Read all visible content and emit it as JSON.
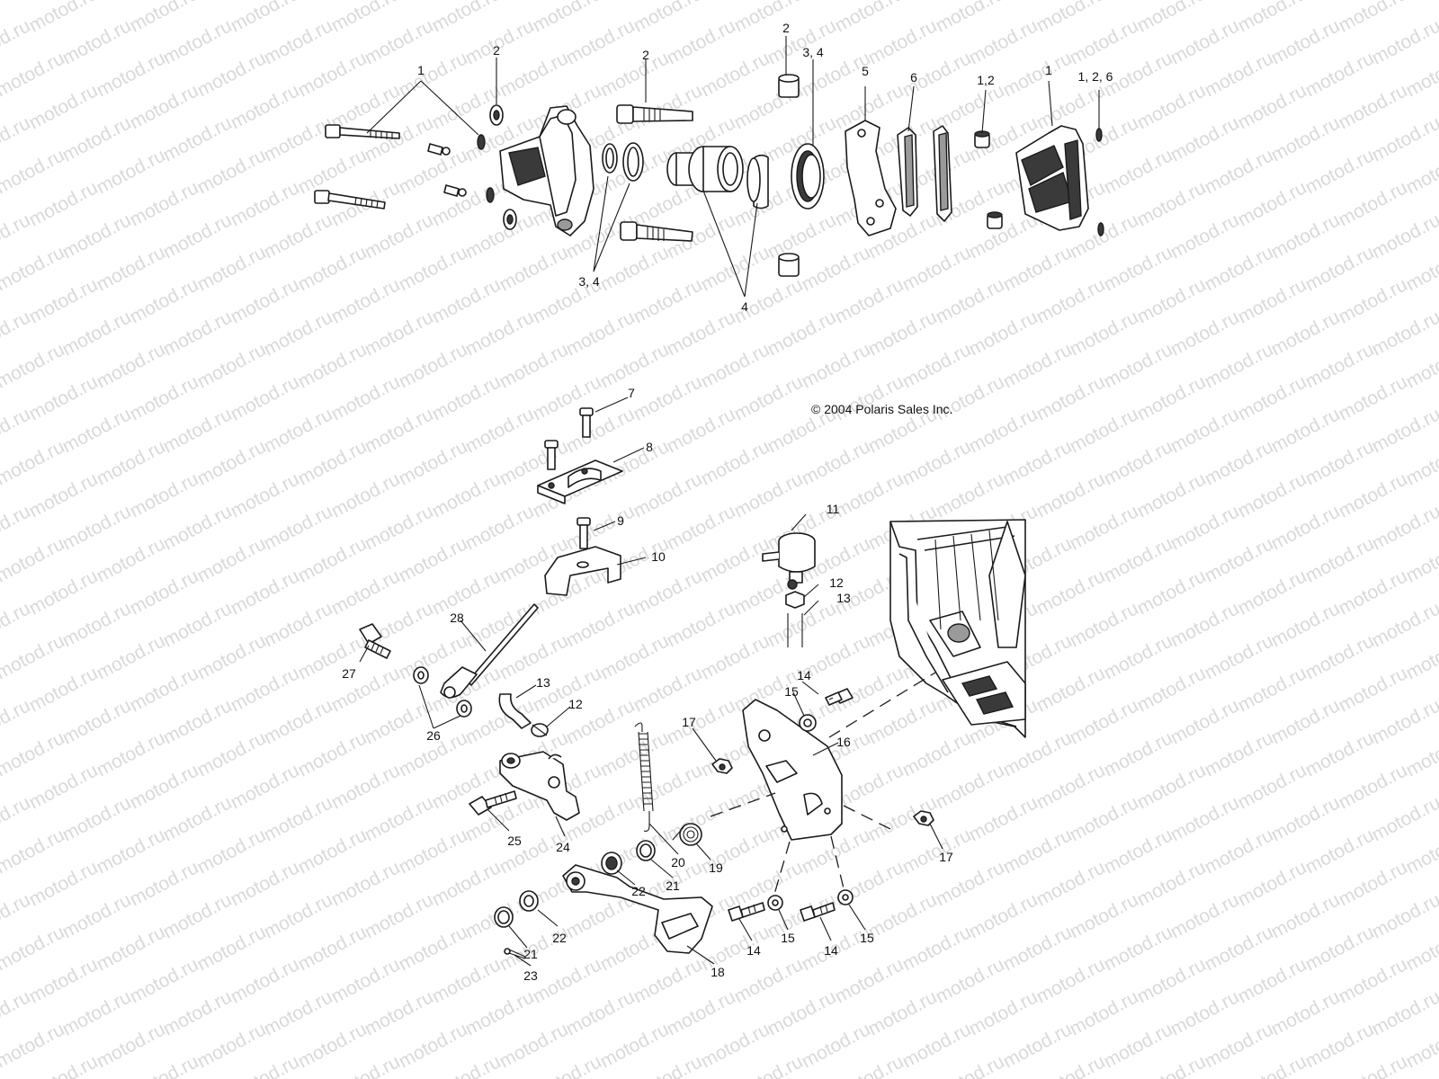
{
  "watermark": "motod.ru",
  "copyright": "© 2004 Polaris Sales Inc.",
  "callouts": {
    "c1a": "1",
    "c2a": "2",
    "c2b": "2",
    "c2c": "2",
    "c34a": "3, 4",
    "c34b": "3, 4",
    "c4": "4",
    "c5": "5",
    "c6": "6",
    "c12a": "1,2",
    "c1b": "1",
    "c126": "1, 2, 6",
    "c7": "7",
    "c8": "8",
    "c9": "9",
    "c10": "10",
    "c11": "11",
    "c12": "12",
    "c13": "13",
    "c28": "28",
    "c27": "27",
    "c26": "26",
    "c13b": "13",
    "c12b": "12",
    "c14a": "14",
    "c15a": "15",
    "c17a": "17",
    "c16": "16",
    "c17b": "17",
    "c25": "25",
    "c24": "24",
    "c20": "20",
    "c19": "19",
    "c22a": "22",
    "c21a": "21",
    "c21b": "21",
    "c22b": "22",
    "c23": "23",
    "c18": "18",
    "c14b": "14",
    "c15b": "15",
    "c14c": "14",
    "c15c": "15"
  }
}
